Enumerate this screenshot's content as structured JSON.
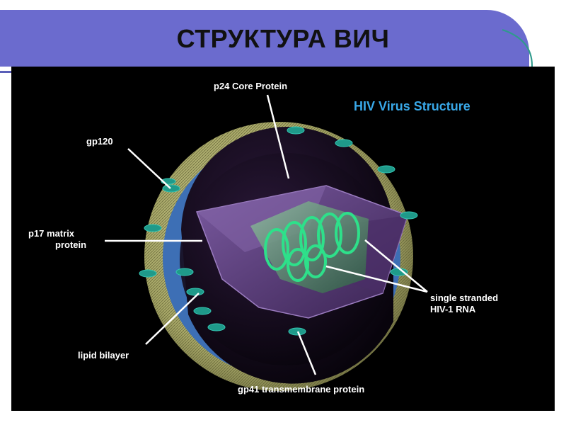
{
  "slide": {
    "title": "СТРУКТУРА ВИЧ"
  },
  "figure": {
    "heading": "HIV Virus Structure",
    "labels": {
      "p24": "p24 Core Protein",
      "gp120": "gp120",
      "p17_line1": "p17 matrix",
      "p17_line2": "protein",
      "rna_line1": "single stranded",
      "rna_line2": "HIV-1 RNA",
      "lipid": "lipid bilayer",
      "gp41": "gp41 transmembrane protein"
    }
  },
  "colors": {
    "title_bar": "#6b6bce",
    "heading": "#39a8e8",
    "background": "#000000",
    "lipid_shell": "#b9b87a",
    "matrix_layer": "#3d6fb5",
    "capsid": "#5a3a78",
    "rna": "#29c27a"
  }
}
